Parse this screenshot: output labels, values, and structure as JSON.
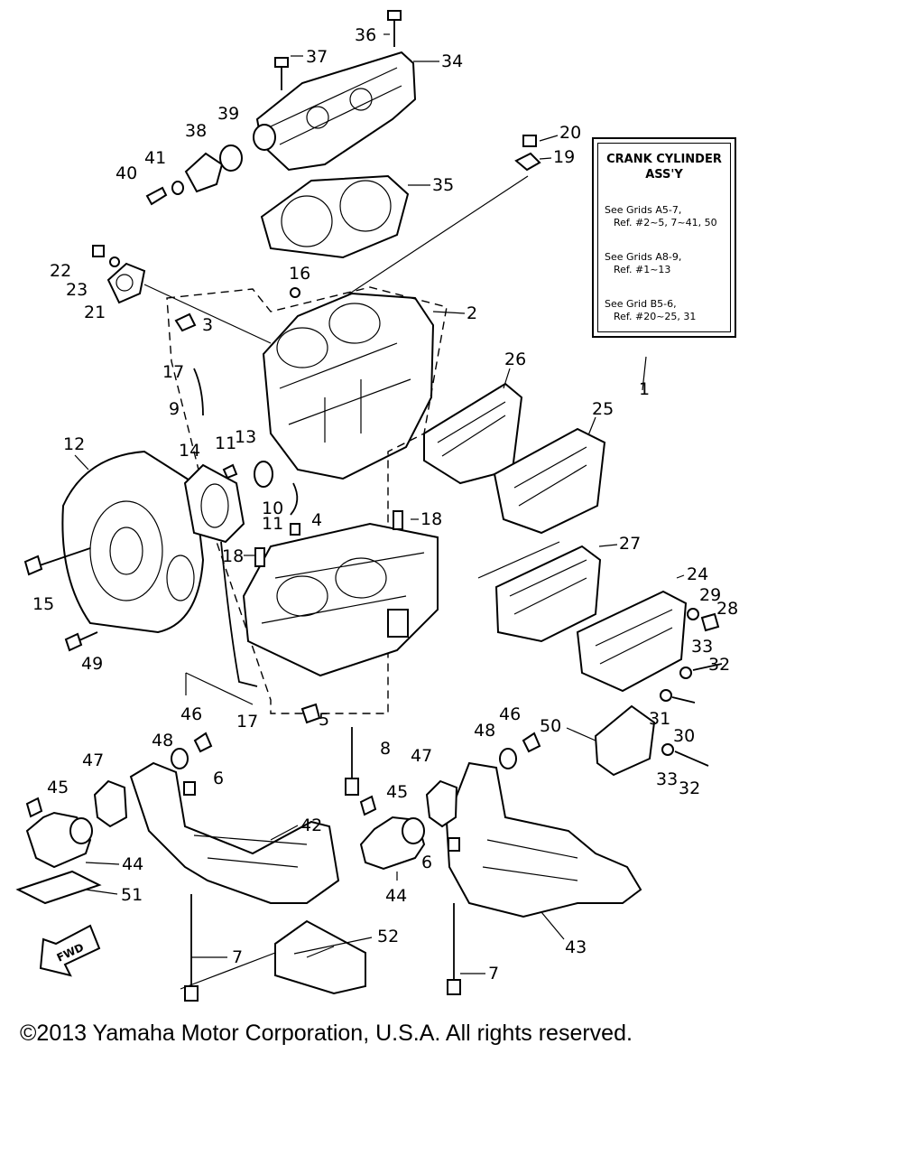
{
  "info_box": {
    "title_line1": "CRANK CYLINDER",
    "title_line2": "ASS'Y",
    "refs": [
      {
        "line1": "See Grids A5-7,",
        "line2": "Ref. #2~5, 7~41, 50"
      },
      {
        "line1": "See Grids A8-9,",
        "line2": "Ref. #1~13"
      },
      {
        "line1": "See Grid B5-6,",
        "line2": "Ref. #20~25, 31"
      }
    ]
  },
  "fwd_label": "FWD",
  "part_numbers": [
    "36",
    "37",
    "34",
    "20",
    "19",
    "38",
    "39",
    "41",
    "40",
    "35",
    "22",
    "23",
    "21",
    "16",
    "2",
    "3",
    "17",
    "9",
    "26",
    "25",
    "12",
    "14",
    "11",
    "13",
    "1",
    "10",
    "4",
    "18",
    "15",
    "27",
    "24",
    "29",
    "28",
    "33",
    "32",
    "49",
    "31",
    "30",
    "46",
    "48",
    "5",
    "8",
    "47",
    "45",
    "6",
    "42",
    "44",
    "51",
    "7",
    "52",
    "43",
    "50"
  ],
  "copyright": "©2013 Yamaha Motor Corporation, U.S.A. All rights reserved."
}
